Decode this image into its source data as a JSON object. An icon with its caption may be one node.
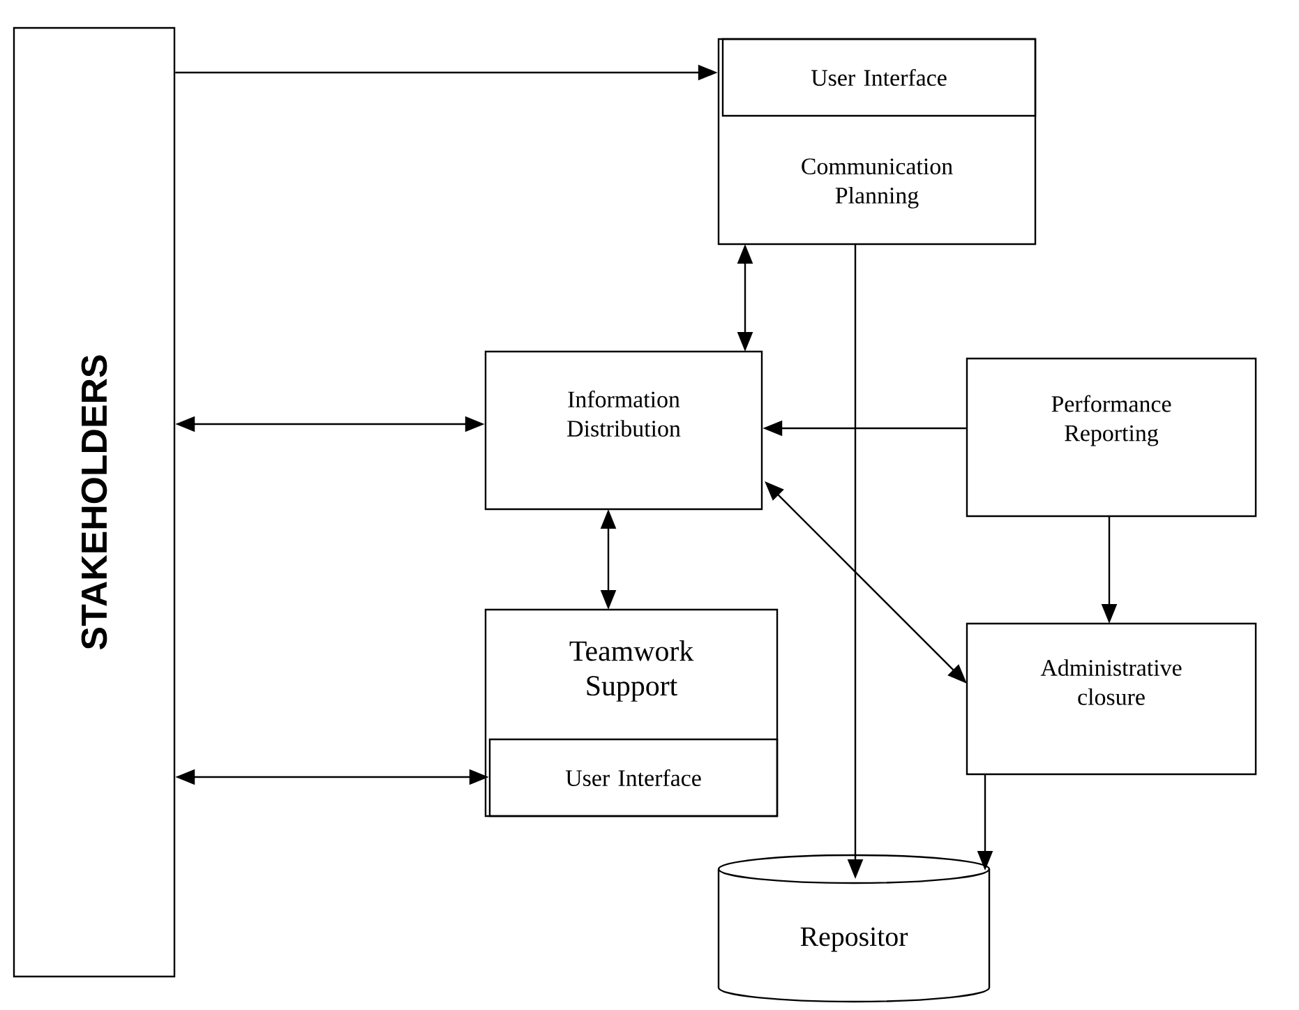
{
  "diagram": {
    "nodes": [
      {
        "text": [
          "STAKEHOLDERS"
        ]
      },
      {
        "text": [
          "Communication Planning"
        ]
      },
      {
        "text": [
          "User Interface"
        ],
        "in": 1
      },
      {
        "text": [
          "Information Distribution"
        ]
      },
      {
        "text": [
          "Performance Reporting"
        ]
      },
      {
        "text": [
          "Teamwork Support"
        ]
      },
      {
        "text": [
          "User Interface"
        ],
        "in": 5
      },
      {
        "text": [
          "Administrative closure"
        ]
      },
      {
        "text": [
          "Repositor"
        ]
      }
    ],
    "edges": [
      {
        "from": 0,
        "to": 2,
        "arrow": "to"
      },
      {
        "from": 1,
        "to": 3,
        "arrow": "both"
      },
      {
        "from": 0,
        "to": 3,
        "arrow": "both"
      },
      {
        "from": 4,
        "to": 3,
        "arrow": "to"
      },
      {
        "from": 3,
        "to": 5,
        "arrow": "both"
      },
      {
        "from": 3,
        "to": 7,
        "arrow": "both"
      },
      {
        "from": 4,
        "to": 7,
        "arrow": "to"
      },
      {
        "from": 0,
        "to": 6,
        "arrow": "both"
      },
      {
        "from": 1,
        "to": 8,
        "arrow": "to"
      },
      {
        "from": 7,
        "to": 8,
        "arrow": "to"
      }
    ]
  }
}
